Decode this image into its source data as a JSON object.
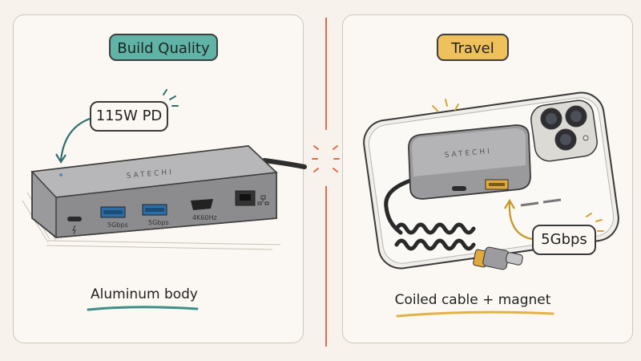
{
  "left_panel": {
    "title": "Build Quality",
    "callout": "115W PD",
    "caption": "Aluminum body",
    "device": {
      "brand": "SATECHI",
      "ports": [
        "5Gbps",
        "5Gbps",
        "4K60Hz"
      ]
    }
  },
  "right_panel": {
    "title": "Travel",
    "callout": "5Gbps",
    "caption": "Coiled cable + magnet",
    "device": {
      "brand": "SATECHI"
    }
  },
  "colors": {
    "teal": "#5fb3a7",
    "yellow": "#efc15a",
    "accent_line": "#e06a4a",
    "underline_teal": "#3c8f8a",
    "underline_yellow": "#e2b245"
  },
  "icons": [
    "lightning-icon",
    "network-icon",
    "sparkle-icon",
    "arrow-icon"
  ]
}
